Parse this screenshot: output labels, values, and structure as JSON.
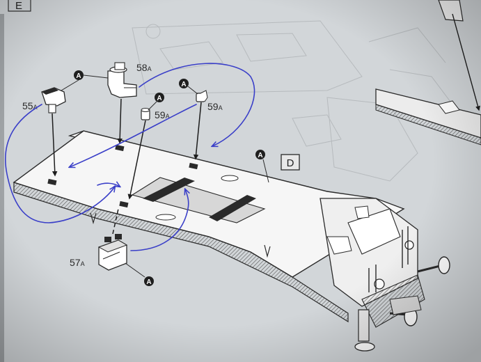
{
  "corner_letter": "E",
  "section_box": "D",
  "badge_letter": "A",
  "parts": [
    {
      "id": "58",
      "suffix": "A"
    },
    {
      "id": "55",
      "suffix": "A"
    },
    {
      "id": "59",
      "suffix": "A"
    },
    {
      "id": "59",
      "suffix": "A"
    },
    {
      "id": "57",
      "suffix": "A"
    }
  ],
  "colors": {
    "paper": "#cfd3d6",
    "ink": "#2a2a2a",
    "pen": "#3a3fc8"
  }
}
